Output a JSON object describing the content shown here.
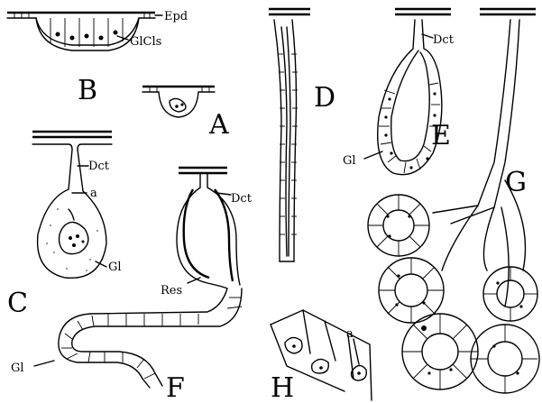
{
  "figure": {
    "letters": {
      "A": "A",
      "B": "B",
      "C": "C",
      "D": "D",
      "E": "E",
      "F": "F",
      "G": "G",
      "H": "H"
    },
    "annotations": {
      "epd": "Epd",
      "glcls": "GlCls",
      "dct_c": "Dct",
      "a_c": "a",
      "gl_c": "Gl",
      "dct_f": "Dct",
      "res": "Res",
      "gl_f": "Gl",
      "dct_e": "Dct",
      "gl_e": "Gl",
      "a_h": "a"
    },
    "colors": {
      "ink": "#000000",
      "paper": "#ffffff"
    }
  }
}
